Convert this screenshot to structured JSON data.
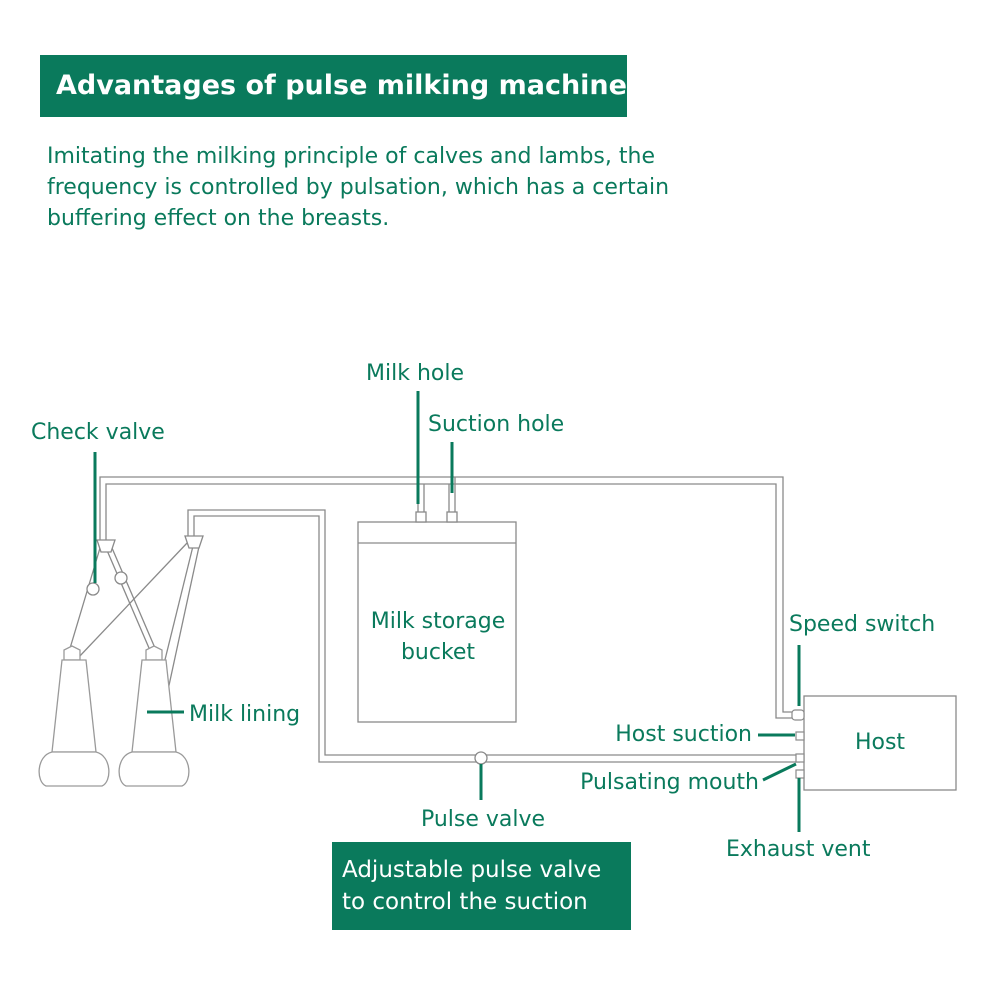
{
  "header": {
    "title": "Advantages of pulse milking machine:"
  },
  "intro": {
    "lines": [
      "Imitating the milking principle of calves and lambs, the",
      "frequency is controlled by pulsation, which has a certain",
      "buffering effect on the breasts."
    ]
  },
  "labels": {
    "milk_hole": "Milk hole",
    "suction_hole": "Suction hole",
    "check_valve": "Check valve",
    "bucket_line1": "Milk storage",
    "bucket_line2": "bucket",
    "speed_switch": "Speed switch",
    "host": "Host",
    "host_suction": "Host suction",
    "pulsating_mouth": "Pulsating mouth",
    "exhaust_vent": "Exhaust vent",
    "milk_lining": "Milk lining",
    "pulse_valve": "Pulse valve"
  },
  "callout": {
    "lines": [
      "Adjustable pulse valve",
      "to control the suction"
    ]
  },
  "colors": {
    "brand_green": "#0a7a5c",
    "line_gray": "#8a8a8a"
  }
}
